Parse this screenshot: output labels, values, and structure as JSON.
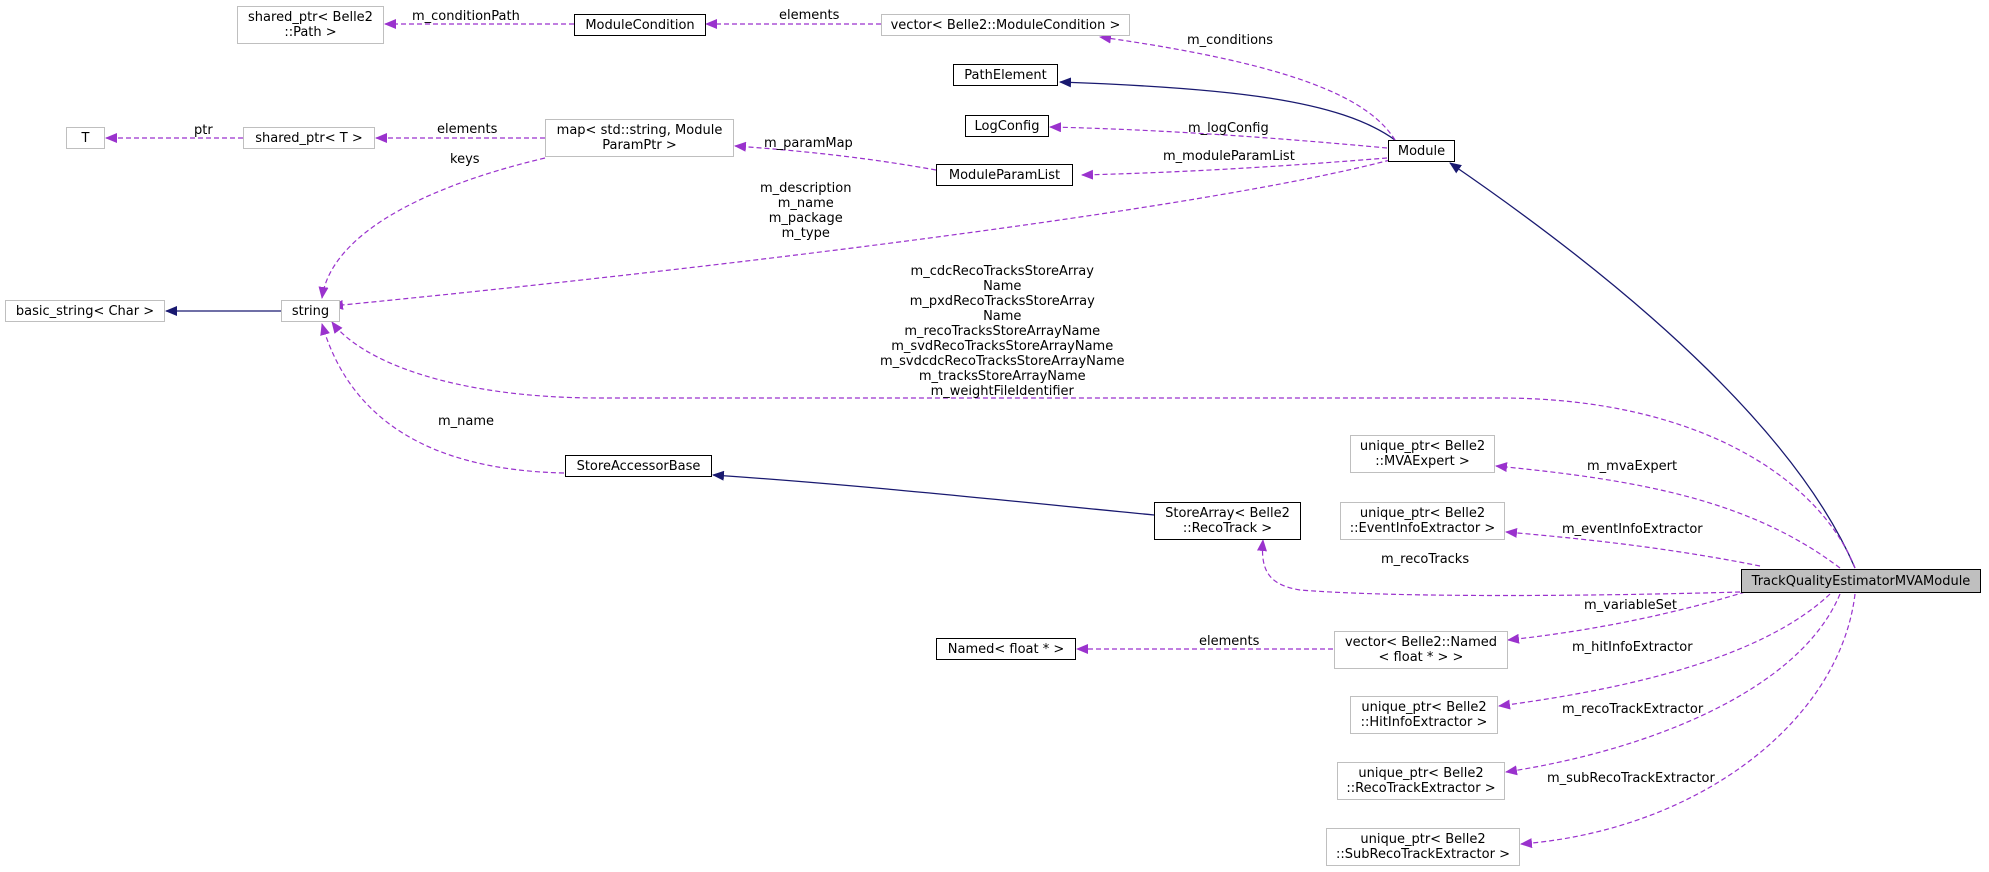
{
  "colors": {
    "inheritance_edge": "#191970",
    "usage_edge": "#9a32cd",
    "documented_border": "#000000",
    "undocumented_border": "#bfbfbf",
    "focus_fill": "#bfbfbf"
  },
  "nodes": {
    "shared_ptr_path": [
      "shared_ptr< Belle2",
      "::Path >"
    ],
    "module_condition": "ModuleCondition",
    "vector_module_condition": "vector< Belle2::ModuleCondition >",
    "path_element": "PathElement",
    "log_config": "LogConfig",
    "t": "T",
    "shared_ptr_t": "shared_ptr< T >",
    "map_param": [
      "map< std::string, Module",
      "ParamPtr >"
    ],
    "module_param_list": "ModuleParamList",
    "module": "Module",
    "basic_string": "basic_string< Char >",
    "string": "string",
    "store_accessor_base": "StoreAccessorBase",
    "store_array_recotrack": [
      "StoreArray< Belle2",
      "::RecoTrack >"
    ],
    "unique_ptr_mvaexpert": [
      "unique_ptr< Belle2",
      "::MVAExpert >"
    ],
    "unique_ptr_eventinfo": [
      "unique_ptr< Belle2",
      "::EventInfoExtractor >"
    ],
    "track_quality_module": "TrackQualityEstimatorMVAModule",
    "named_float": "Named< float * >",
    "vector_named": [
      "vector< Belle2::Named",
      "< float * > >"
    ],
    "unique_ptr_hitinfo": [
      "unique_ptr< Belle2",
      "::HitInfoExtractor >"
    ],
    "unique_ptr_recotrack": [
      "unique_ptr< Belle2",
      "::RecoTrackExtractor >"
    ],
    "unique_ptr_subrecotrack": [
      "unique_ptr< Belle2",
      "::SubRecoTrackExtractor >"
    ]
  },
  "edge_labels": {
    "m_conditionPath": "m_conditionPath",
    "elements_conditions": "elements",
    "m_conditions": "m_conditions",
    "ptr": "ptr",
    "elements_map": "elements",
    "m_logConfig": "m_logConfig",
    "m_paramMap": "m_paramMap",
    "keys": "keys",
    "m_moduleParamList": "m_moduleParamList",
    "module_strings": [
      "m_description",
      "m_name",
      "m_package",
      "m_type"
    ],
    "track_strings": [
      "m_cdcRecoTracksStoreArray",
      "Name",
      "m_pxdRecoTracksStoreArray",
      "Name",
      "m_recoTracksStoreArrayName",
      "m_svdRecoTracksStoreArrayName",
      "m_svdcdcRecoTracksStoreArrayName",
      "m_tracksStoreArrayName",
      "m_weightFileIdentifier"
    ],
    "m_name": "m_name",
    "m_mvaExpert": "m_mvaExpert",
    "m_eventInfoExtractor": "m_eventInfoExtractor",
    "m_recoTracks": "m_recoTracks",
    "m_variableSet": "m_variableSet",
    "elements_named": "elements",
    "m_hitInfoExtractor": "m_hitInfoExtractor",
    "m_recoTrackExtractor": "m_recoTrackExtractor",
    "m_subRecoTrackExtractor": "m_subRecoTrackExtractor"
  }
}
